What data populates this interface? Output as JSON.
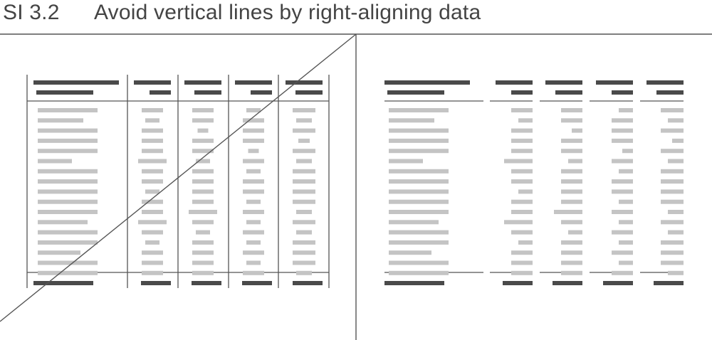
{
  "header": {
    "rule_number": "SI 3.2",
    "rule_title": "Avoid vertical lines by right-aligning data"
  },
  "colors": {
    "text": "#444444",
    "heading_bar": "#4a4a4a",
    "data_bar": "#c4c4c4",
    "rule_line": "#555555"
  },
  "panels": [
    {
      "id": "bad-example",
      "vertical_lines": true,
      "crossed_out": true
    },
    {
      "id": "good-example",
      "vertical_lines": false,
      "crossed_out": false
    }
  ]
}
